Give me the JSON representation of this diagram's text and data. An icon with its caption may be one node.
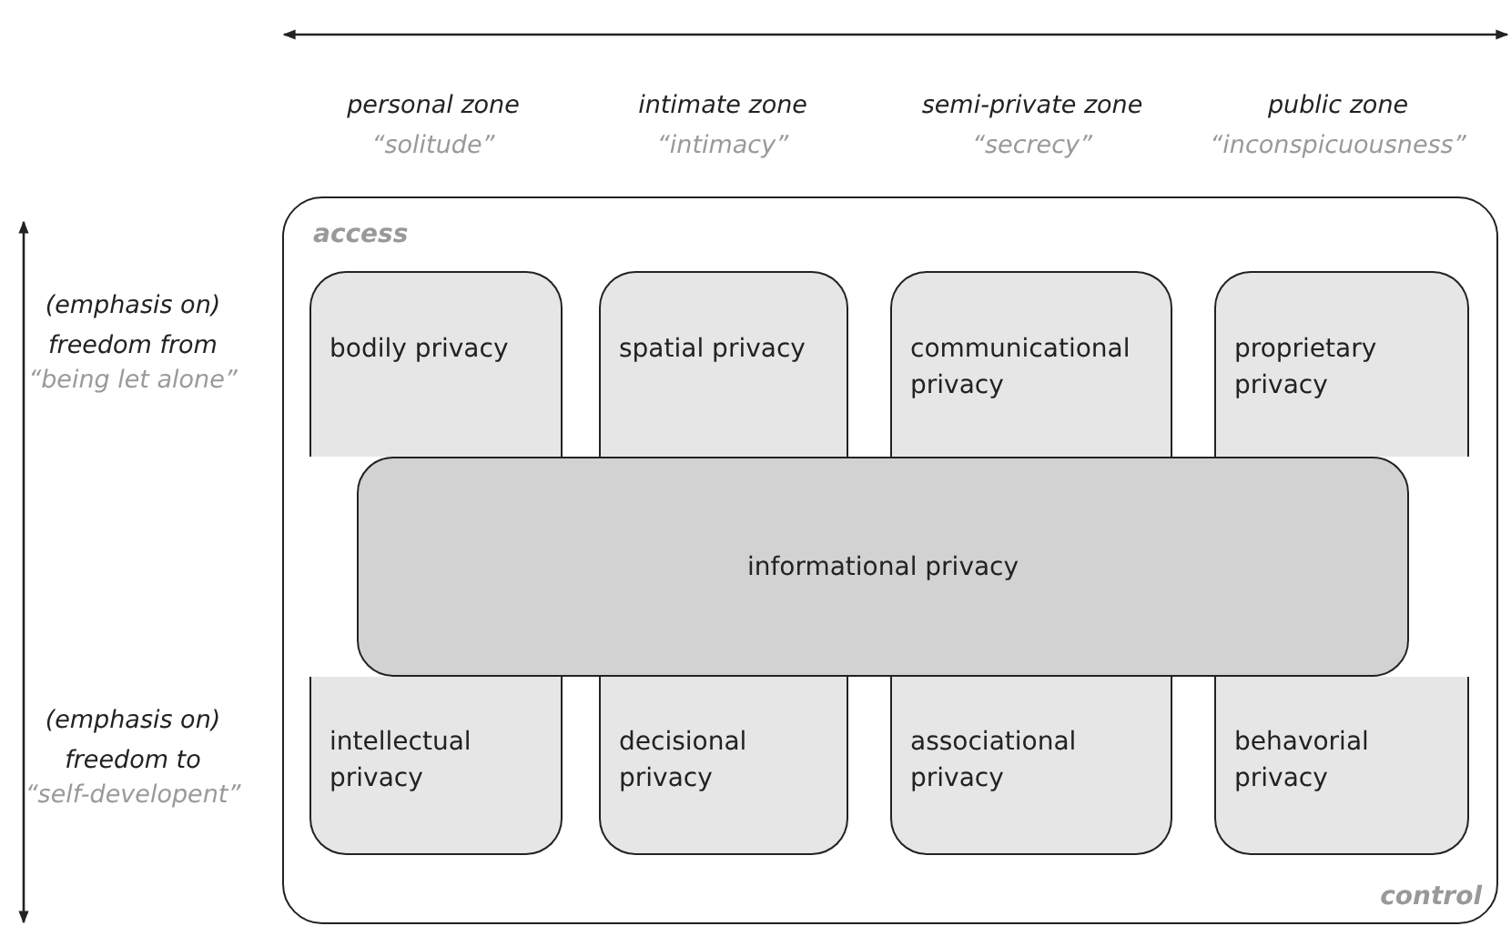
{
  "diagram": {
    "nodes": [
      {
        "text": [
          "access",
          "control"
        ]
      },
      {
        "text": [
          "bodily privacy"
        ],
        "in": 0
      },
      {
        "text": [
          "spatial privacy"
        ],
        "in": 0
      },
      {
        "text": [
          "communicational privacy"
        ],
        "in": 0
      },
      {
        "text": [
          "proprietary privacy"
        ],
        "in": 0
      },
      {
        "text": [
          "informational privacy"
        ],
        "in": 0
      },
      {
        "text": [
          "intellectual privacy"
        ],
        "in": 0
      },
      {
        "text": [
          "decisional privacy"
        ],
        "in": 0
      },
      {
        "text": [
          "associational privacy"
        ],
        "in": 0
      },
      {
        "text": [
          "behavorial privacy"
        ],
        "in": 0
      }
    ],
    "edges": [],
    "labels": [
      "personal zone",
      "“solitude”",
      "intimate zone",
      "“intimacy”",
      "semi-private zone",
      "“secrecy”",
      "public zone",
      "“inconspicuousness”",
      "(emphasis on) freedom from",
      "“being let alone”",
      "(emphasis on) freedom to",
      "“self-developent”"
    ]
  }
}
